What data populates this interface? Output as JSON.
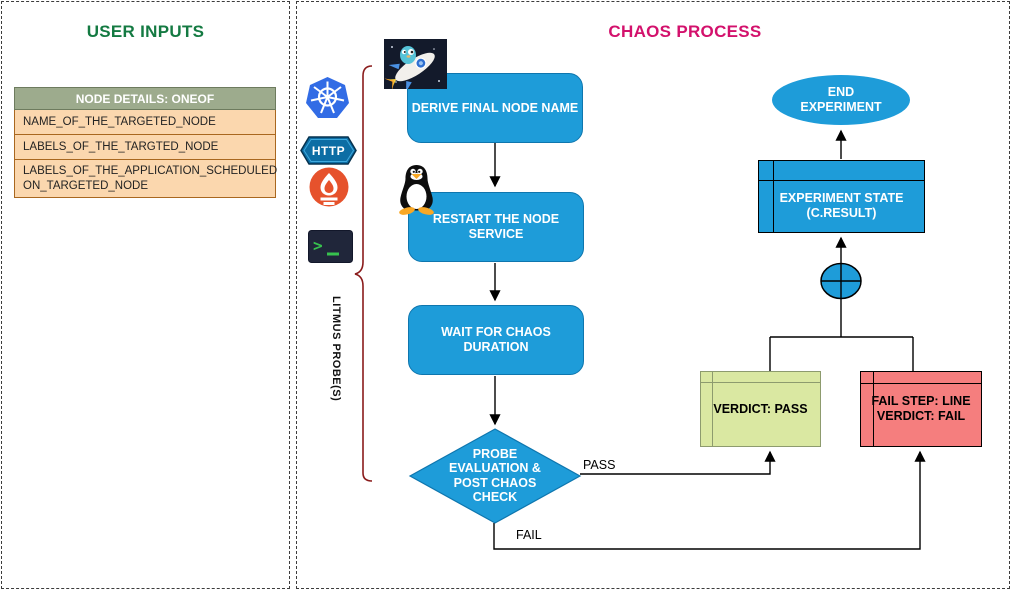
{
  "user_inputs": {
    "title": "USER INPUTS",
    "table": {
      "header": "NODE DETAILS: ONEOF",
      "rows": [
        "NAME_OF_THE_TARGETED_NODE",
        "LABELS_OF_THE_TARGTED_NODE",
        "LABELS_OF_THE_APPLICATION_SCHEDULED ON_TARGETED_NODE"
      ]
    }
  },
  "chaos_process": {
    "title": "CHAOS PROCESS",
    "probes_label": "LITMUS PROBE(S)",
    "http_icon_label": "HTTP",
    "icons": [
      "litmus-rocket-icon",
      "kubernetes-icon",
      "http-probe-icon",
      "prometheus-icon",
      "terminal-icon",
      "linux-tux-icon"
    ],
    "nodes": {
      "derive": "DERIVE FINAL NODE NAME",
      "restart": "RESTART THE  NODE\nSERVICE",
      "wait": "WAIT FOR CHAOS DURATION",
      "decision": "PROBE\nEVALUATION &\nPOST CHAOS\nCHECK",
      "verdict_pass": "VERDICT: PASS",
      "verdict_fail": "FAIL STEP: LINE\nVERDICT: FAIL",
      "experiment_state": "EXPERIMENT STATE\n(C.RESULT)",
      "end": "END\nEXPERIMENT"
    },
    "edges": {
      "pass": "PASS",
      "fail": "FAIL"
    }
  },
  "colors": {
    "accent_blue": "#1E9CD9",
    "blue_stroke": "#0E76AE",
    "title_green": "#147A42",
    "title_pink": "#D3116C",
    "pass_fill": "#DAE8A2",
    "pass_line": "#8D9B6E",
    "fail_fill": "#F57E7E",
    "table_header_fill": "#9DAB8D",
    "table_row_fill": "#FBD7AE",
    "brace_red": "#8A1B1B"
  }
}
